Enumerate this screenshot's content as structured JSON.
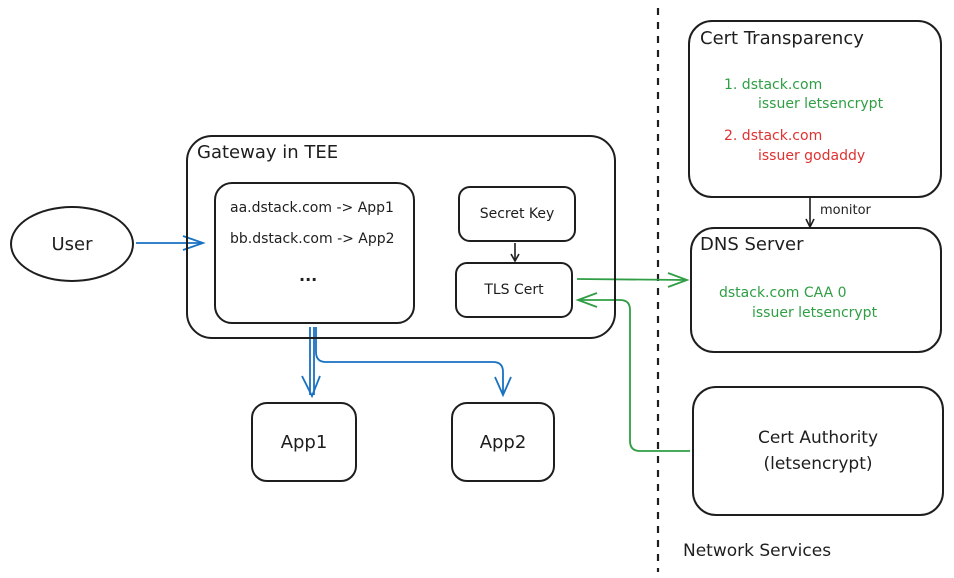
{
  "user": {
    "label": "User"
  },
  "gateway": {
    "title": "Gateway in TEE",
    "routes": [
      "aa.dstack.com -> App1",
      "bb.dstack.com -> App2",
      "..."
    ],
    "secret_key": "Secret Key",
    "tls_cert": "TLS Cert"
  },
  "apps": [
    "App1",
    "App2"
  ],
  "cert_transparency": {
    "title": "Cert Transparency",
    "entries": [
      {
        "line1": "1. dstack.com",
        "line2": "issuer letsencrypt",
        "color": "#2f9e44"
      },
      {
        "line1": "2. dstack.com",
        "line2": "issuer godaddy",
        "color": "#e03131"
      }
    ]
  },
  "monitor_label": "monitor",
  "dns_server": {
    "title": "DNS Server",
    "record_line1": "dstack.com CAA 0",
    "record_line2": "issuer letsencrypt",
    "color": "#2f9e44"
  },
  "cert_authority": {
    "line1": "Cert Authority",
    "line2": "(letsencrypt)"
  },
  "network_services": "Network Services",
  "colors": {
    "blue": "#1971c2",
    "green": "#2f9e44",
    "red": "#e03131",
    "ink": "#1e1e1e"
  }
}
